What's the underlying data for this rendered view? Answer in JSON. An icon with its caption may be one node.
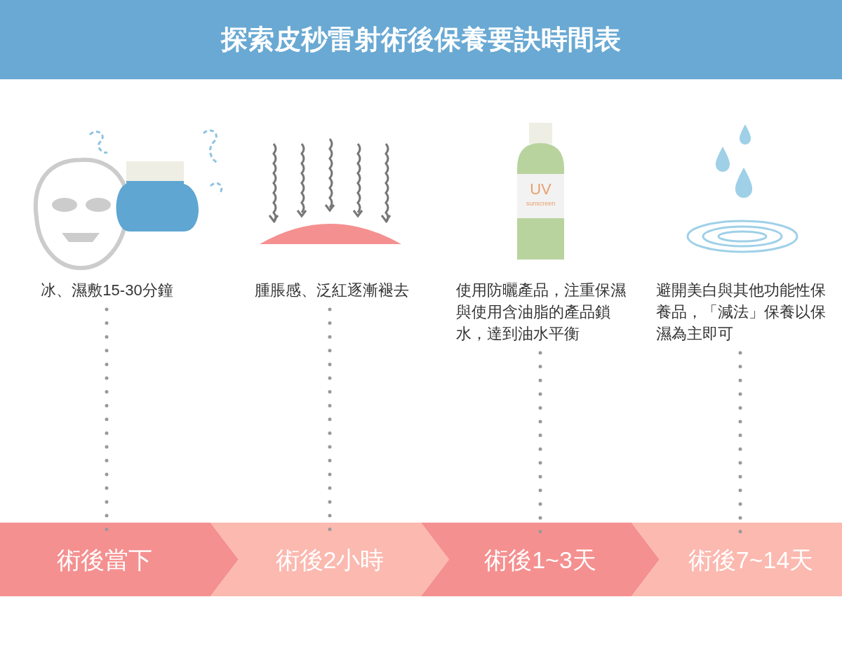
{
  "diagram": {
    "title": "探索皮秒雷射術後保養要訣時間表",
    "nodes": [
      {
        "text": [
          "冰、濕敷15-30分鐘"
        ]
      },
      {
        "text": [
          "腫脹感、泛紅逐漸褪去"
        ]
      },
      {
        "text": [
          "使用防曬產品，注重保濕與使用含油脂的產品鎖水，達到油水平衡"
        ]
      },
      {
        "text": [
          "避開美白與其他功能性保養品，「減法」保養以保濕為主即可"
        ]
      },
      {
        "text": [
          "術後當下"
        ]
      },
      {
        "text": [
          "術後2小時"
        ]
      },
      {
        "text": [
          "術後1~3天"
        ]
      },
      {
        "text": [
          "術後7~14天"
        ]
      }
    ],
    "edges": [
      {
        "from": 0,
        "to": 4,
        "arrow": "none",
        "style": "dashed"
      },
      {
        "from": 1,
        "to": 5,
        "arrow": "none",
        "style": "dashed"
      },
      {
        "from": 2,
        "to": 6,
        "arrow": "none",
        "style": "dashed"
      },
      {
        "from": 3,
        "to": 7,
        "arrow": "none",
        "style": "dashed"
      }
    ],
    "labels": [
      "UV",
      "sunscreen"
    ]
  }
}
